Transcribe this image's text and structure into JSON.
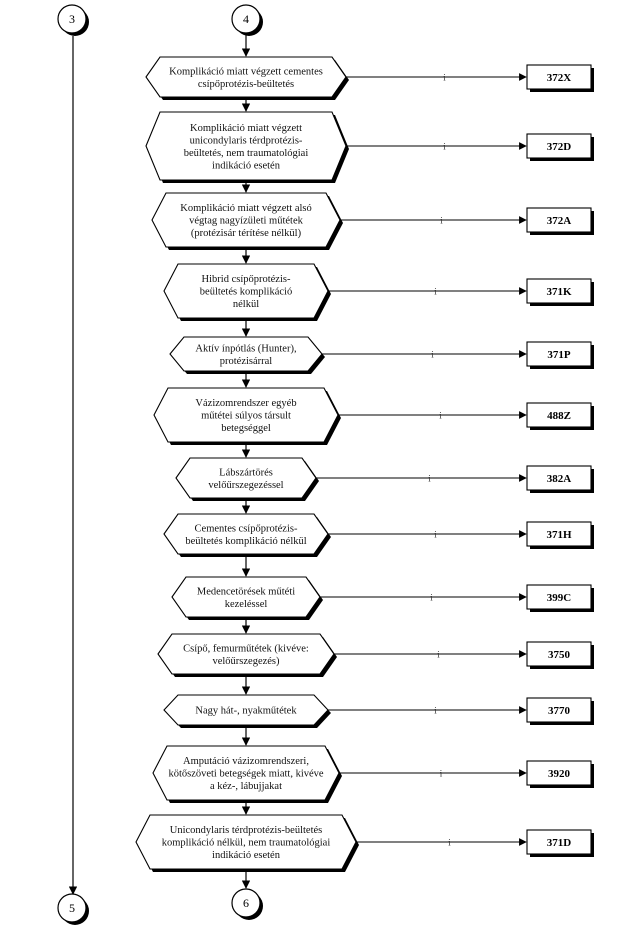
{
  "connectors": {
    "top_left": "3",
    "top_center": "4",
    "bottom_left": "5",
    "bottom_center": "6"
  },
  "edge_label": "i",
  "decisions": [
    {
      "lines": [
        "Komplikáció miatt végzett cementes",
        "csípőprotézis-beültetés"
      ],
      "code": "372X"
    },
    {
      "lines": [
        "Komplikáció miatt végzett",
        "unicondylaris térdprotézis-",
        "beültetés, nem traumatológiai",
        "indikáció esetén"
      ],
      "code": "372D"
    },
    {
      "lines": [
        "Komplikáció miatt végzett alsó",
        "végtag nagyízületi műtétek",
        "(protézisár térítése nélkül)"
      ],
      "code": "372A"
    },
    {
      "lines": [
        "Hibrid csípőprotézis-",
        "beültetés komplikáció",
        "nélkül"
      ],
      "code": "371K"
    },
    {
      "lines": [
        "Aktív ínpótlás (Hunter),",
        "protézisárral"
      ],
      "code": "371P"
    },
    {
      "lines": [
        "Vázizomrendszer egyéb",
        "műtétei súlyos társult",
        "betegséggel"
      ],
      "code": "488Z"
    },
    {
      "lines": [
        "Lábszártörés",
        "velőűrszegezéssel"
      ],
      "code": "382A"
    },
    {
      "lines": [
        "Cementes csípőprotézis-",
        "beültetés komplikáció nélkül"
      ],
      "code": "371H"
    },
    {
      "lines": [
        "Medencetörések műtéti",
        "kezeléssel"
      ],
      "code": "399C"
    },
    {
      "lines": [
        "Csípő, femurműtétek (kivéve:",
        "velőűrszegezés)"
      ],
      "code": "3750"
    },
    {
      "lines": [
        "Nagy  hát-, nyakműtétek"
      ],
      "code": "3770"
    },
    {
      "lines": [
        "Amputáció vázizomrendszeri,",
        "kötőszöveti betegségek  miatt, kivéve",
        "a kéz-, lábujjakat"
      ],
      "code": "3920"
    },
    {
      "lines": [
        "Unicondylaris térdprotézis-beültetés",
        "komplikáció nélkül, nem traumatológiai",
        "indikáció esetén"
      ],
      "code": "371D"
    }
  ]
}
